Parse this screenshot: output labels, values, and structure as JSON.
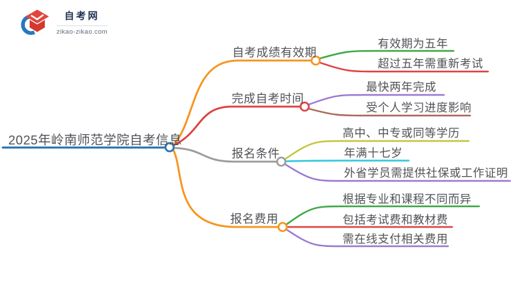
{
  "logo": {
    "title": "自考网",
    "domain": "zikao-zikao.com",
    "colors": {
      "blue": "#2878BE",
      "red": "#E2453C",
      "cap_dark_red": "#D13A30",
      "title_text": "#1F3050"
    }
  },
  "mindmap": {
    "text_color": "#515257",
    "root": {
      "label": "2025年岭南师范学院自考信息",
      "color": "#2E78B8"
    },
    "branches": [
      {
        "label": "自考成绩有效期",
        "color": "#F7941E",
        "children": [
          {
            "label": "有效期为五年",
            "color": "#3FA845"
          },
          {
            "label": "超过五年需重新考试",
            "color": "#DE4242"
          }
        ]
      },
      {
        "label": "完成自考时间",
        "color": "#DE4242",
        "children": [
          {
            "label": "最快两年完成",
            "color": "#9B79D2"
          },
          {
            "label": "受个人学习进度影响",
            "color": "#A96A5A"
          }
        ]
      },
      {
        "label": "报名条件",
        "color": "#9C9C9C",
        "children": [
          {
            "label": "高中、中专或同等学历",
            "color": "#C3C63C"
          },
          {
            "label": "年满十七岁",
            "color": "#2FC7DB"
          },
          {
            "label": "外省学员需提供社保或工作证明",
            "color": "#9B79D2"
          }
        ]
      },
      {
        "label": "报名费用",
        "color": "#F7941E",
        "children": [
          {
            "label": "根据专业和课程不同而异",
            "color": "#3FA845"
          },
          {
            "label": "包括考试费和教材费",
            "color": "#DE4242"
          },
          {
            "label": "需在线支付相关费用",
            "color": "#9B79D2"
          }
        ]
      }
    ]
  }
}
